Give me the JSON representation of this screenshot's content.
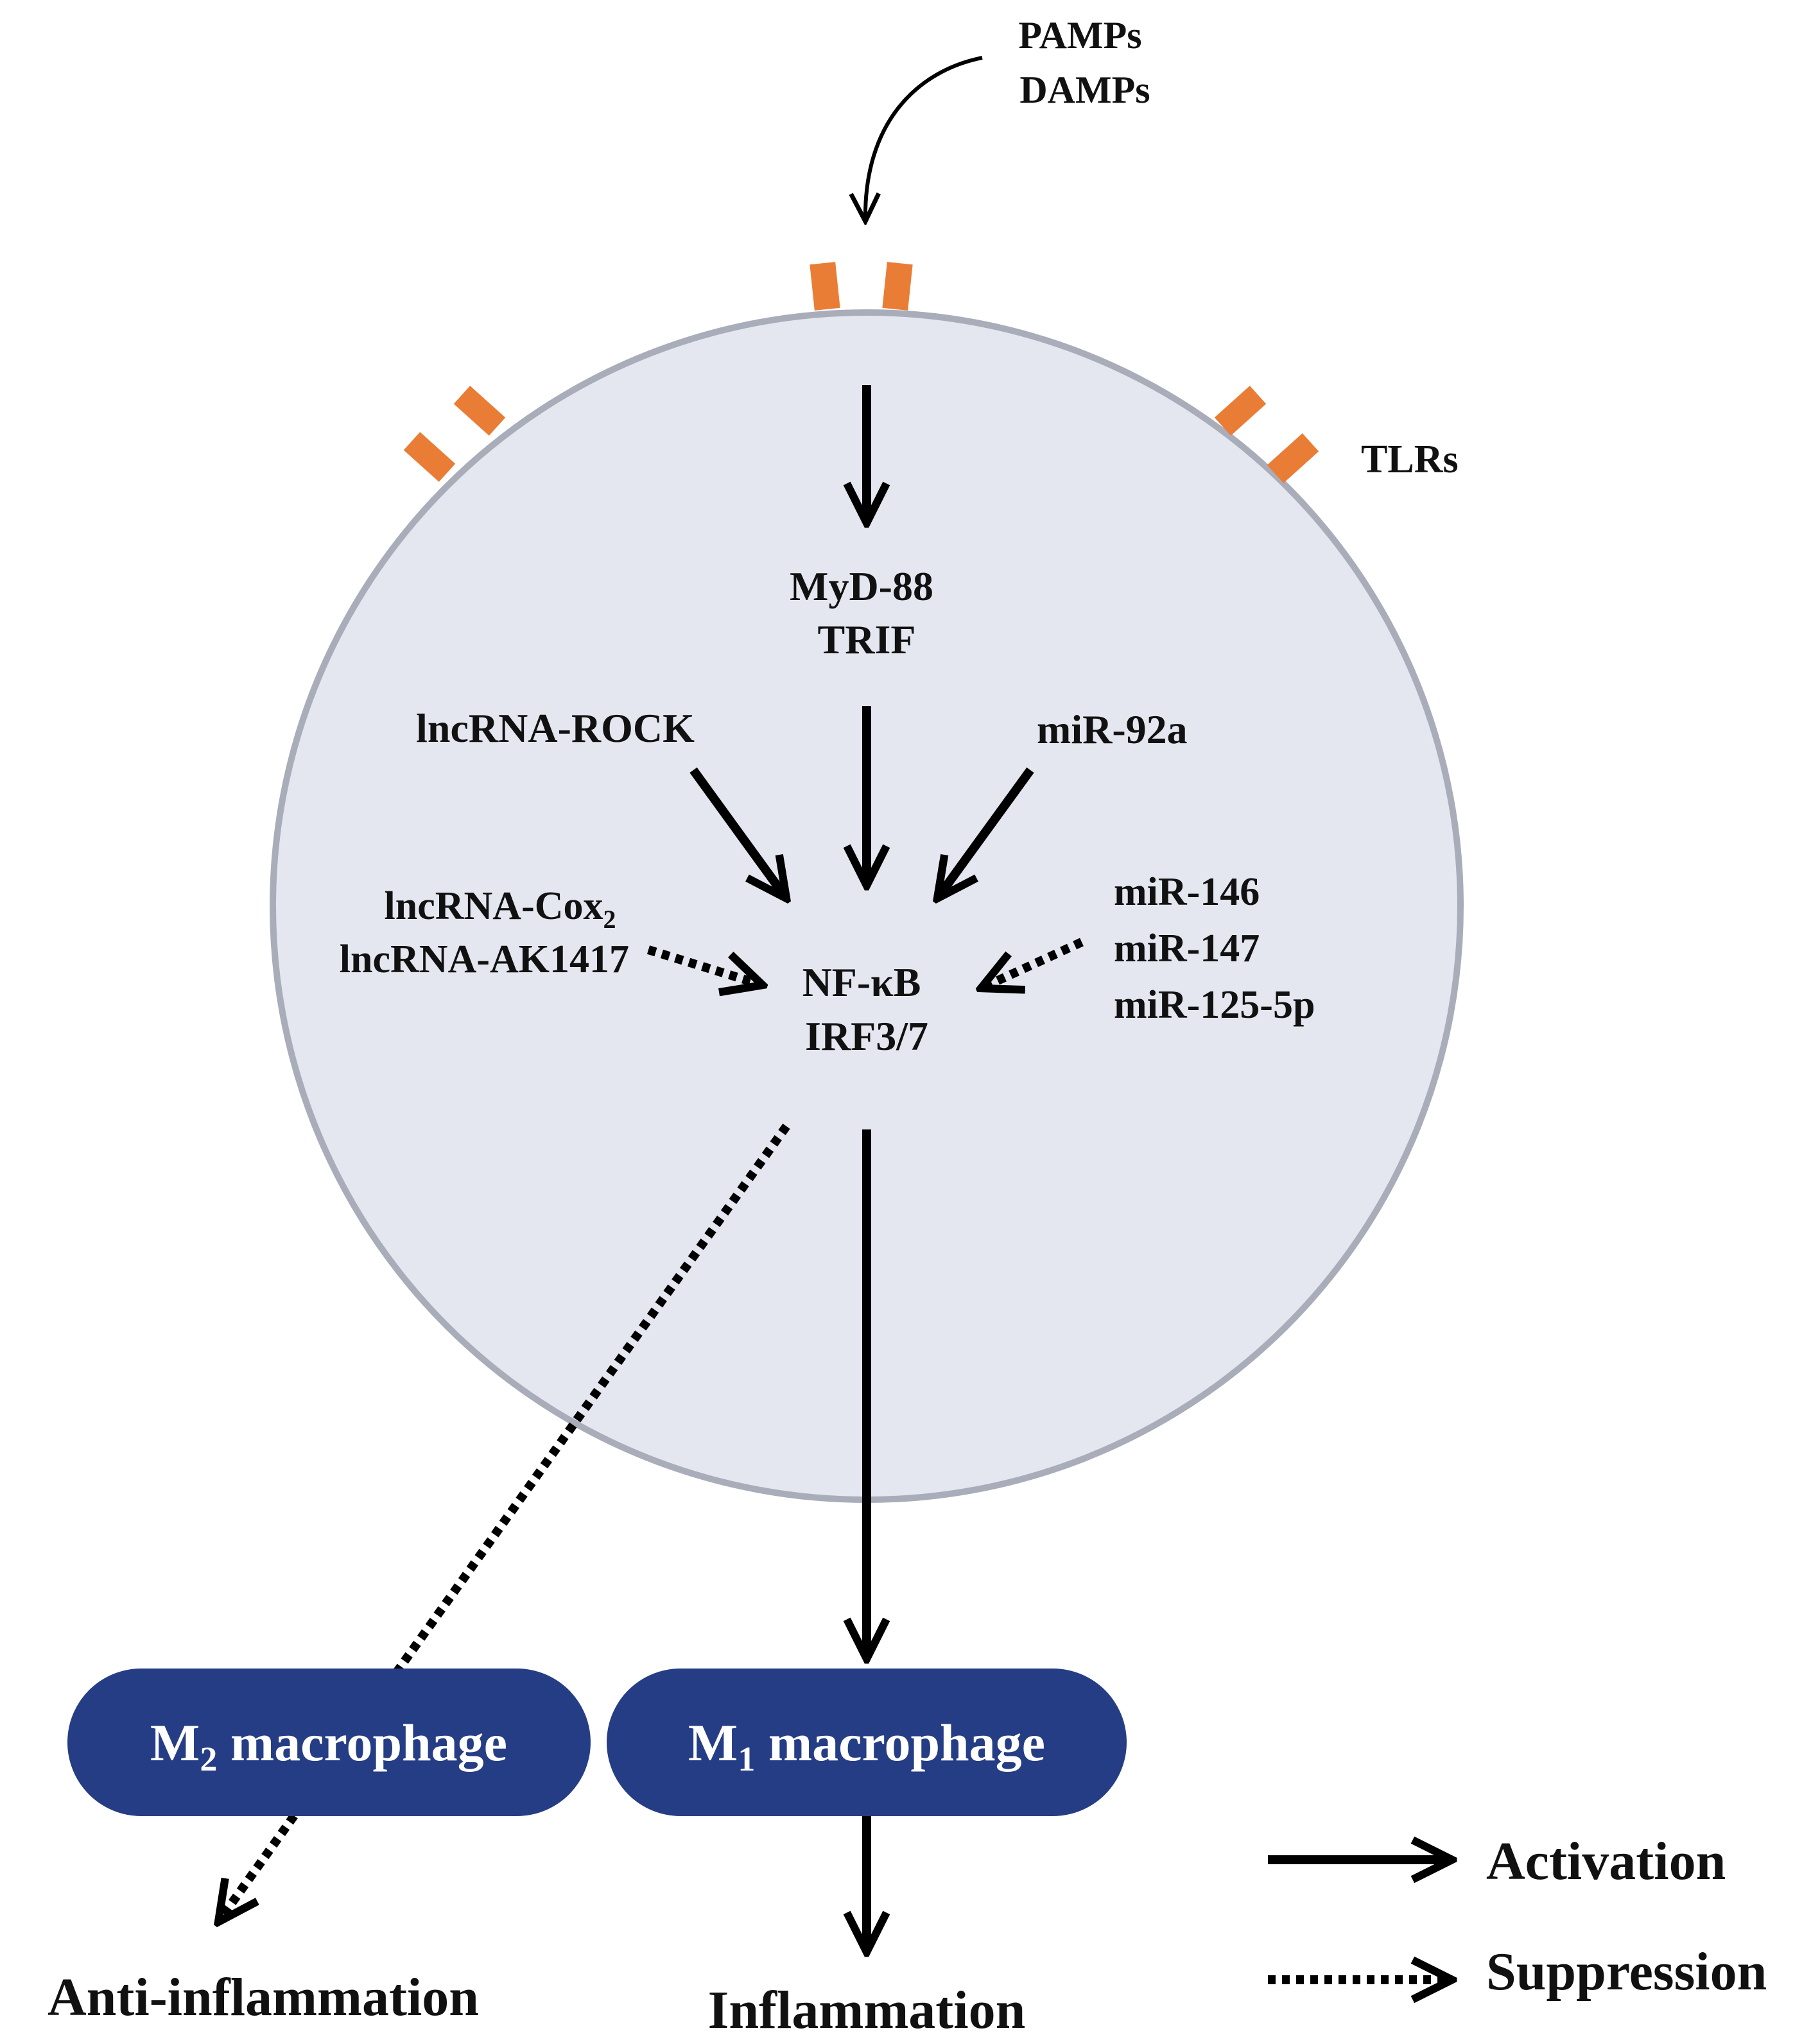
{
  "stimulus": {
    "line1": "PAMPs",
    "line2": "DAMPs"
  },
  "receptor_label": "TLRs",
  "adaptors": {
    "line1": "MyD-88",
    "line2": "TRIF"
  },
  "regulators": {
    "activator_left": "lncRNA-ROCK",
    "activator_right": "miR-92a",
    "suppressors_left": {
      "line1_main": "lncRNA-Cox",
      "line1_sub": "2",
      "line2": "lncRNA-AK1417"
    },
    "suppressors_right": [
      "miR-146",
      "miR-147",
      "miR-125-5p"
    ]
  },
  "transcription_factors": {
    "line1": "NF-κB",
    "line2": "IRF3/7"
  },
  "macrophages": {
    "m2": {
      "prefix": "M",
      "sub": "2",
      "suffix": " macrophage"
    },
    "m1": {
      "prefix": "M",
      "sub": "1",
      "suffix": " macrophage"
    }
  },
  "outcomes": {
    "left": "Anti-inflammation",
    "right": "Inflammation"
  },
  "legend": {
    "solid": "Activation",
    "dotted": "Suppression"
  },
  "colors": {
    "cell_fill": "#e4e7ef",
    "cell_border": "#a9adba",
    "receptor": "#ea7d35",
    "pill": "#253d85",
    "arrow": "#000000"
  }
}
